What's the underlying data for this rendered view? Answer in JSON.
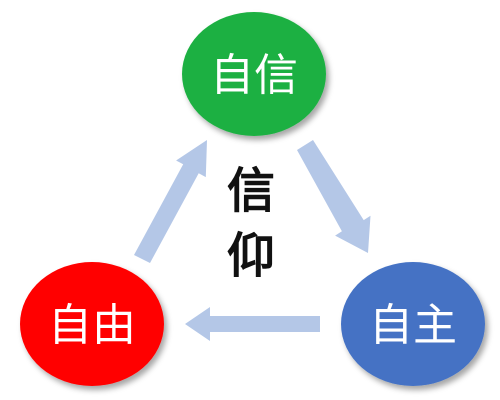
{
  "diagram": {
    "nodes": {
      "top": {
        "label": "自信",
        "color": "#1eb043"
      },
      "right": {
        "label": "自主",
        "color": "#4472c4"
      },
      "left": {
        "label": "自由",
        "color": "#ff0000"
      }
    },
    "center_text": {
      "char1": "信",
      "char2": "仰"
    },
    "arrow_color": "#b4c7e7",
    "edges": [
      {
        "from": "top",
        "to": "right"
      },
      {
        "from": "right",
        "to": "left"
      },
      {
        "from": "left",
        "to": "top"
      }
    ]
  }
}
